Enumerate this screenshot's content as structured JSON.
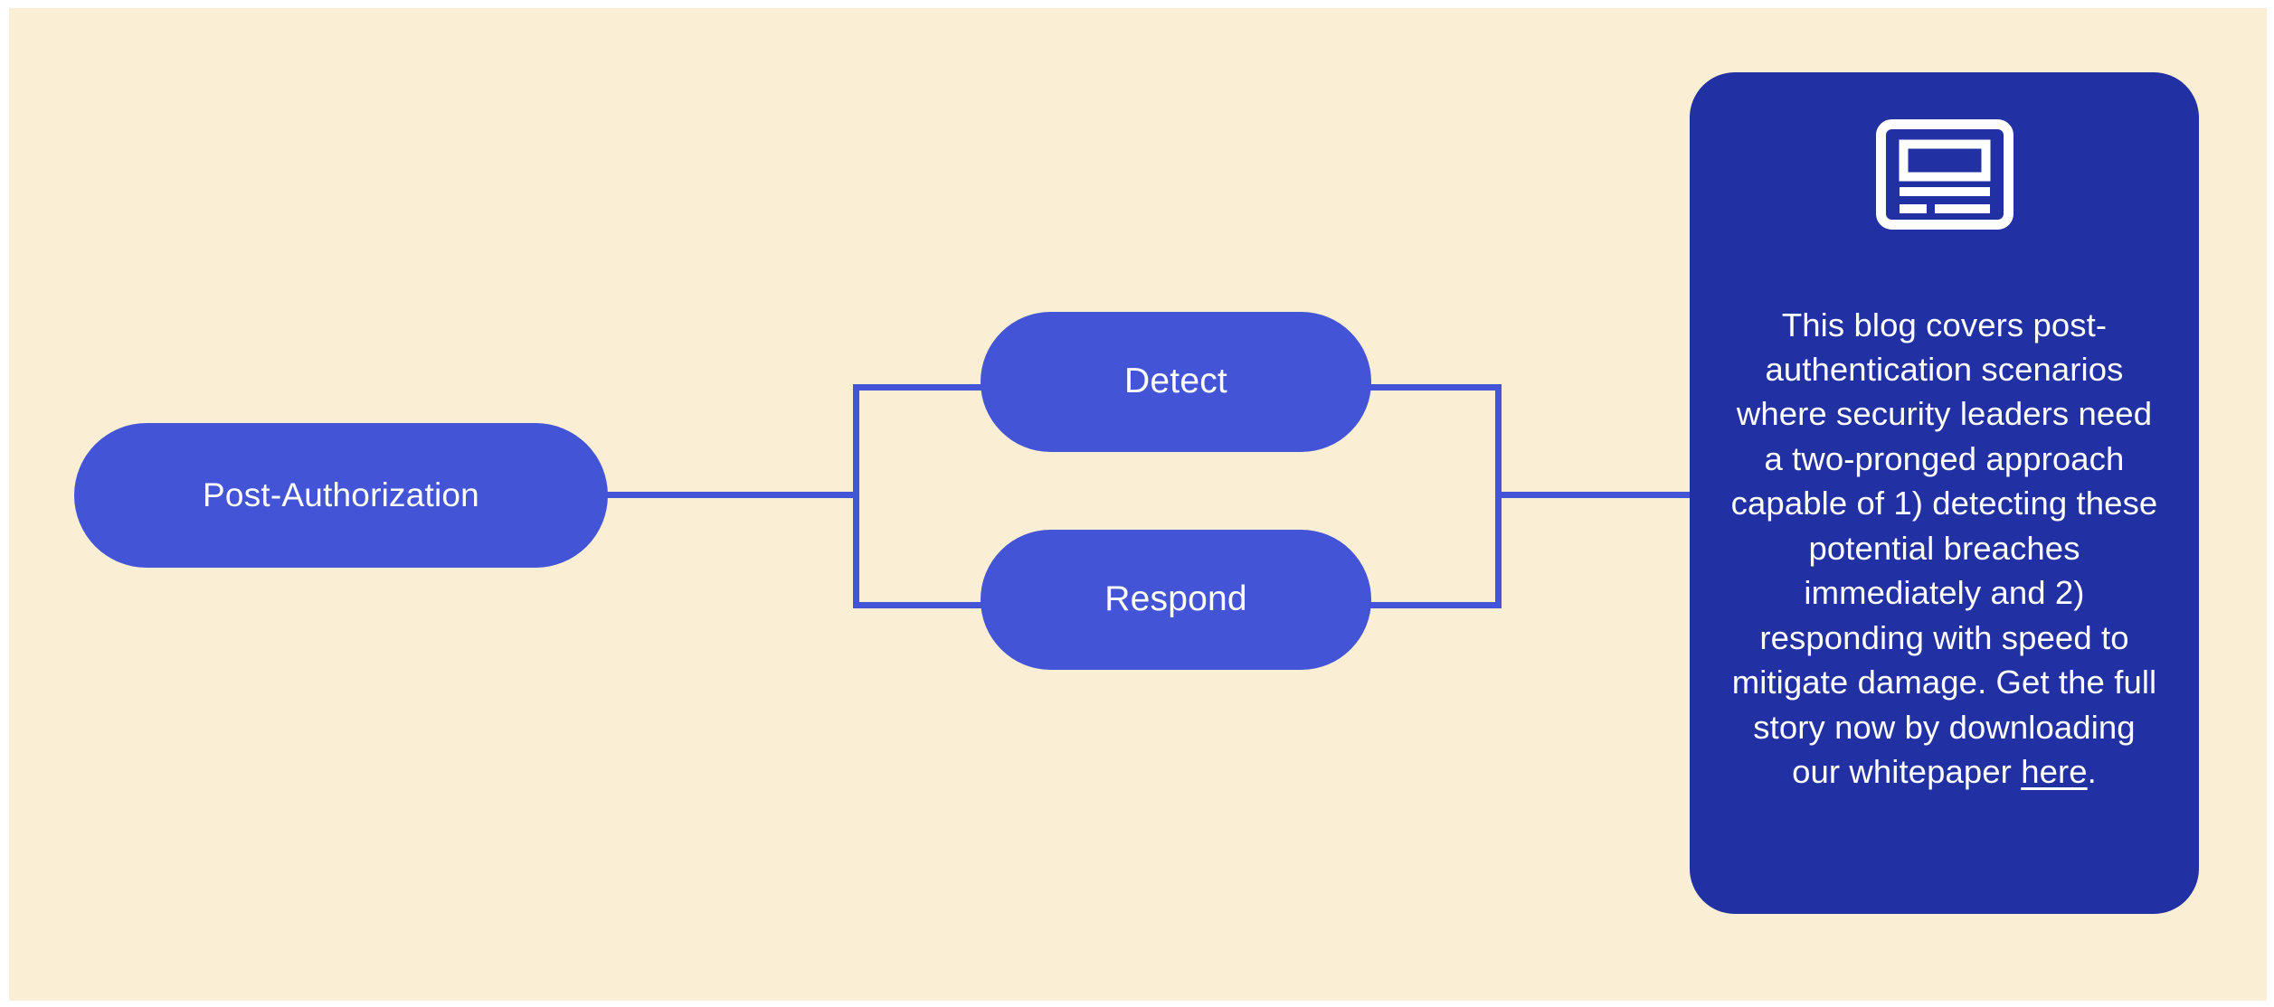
{
  "theme": {
    "background": "#FAEFD4",
    "node_blue": "#4355D6",
    "card_navy": "#2130A3",
    "text_on_blue": "#FFFFFF",
    "connector": "#4355D6",
    "page_white": "#FFFFFF"
  },
  "diagram": {
    "type": "flow",
    "root": {
      "id": "post-authorization",
      "label": "Post-Authorization"
    },
    "branches": [
      {
        "id": "detect",
        "label": "Detect"
      },
      {
        "id": "respond",
        "label": "Respond"
      }
    ],
    "edges": [
      {
        "from": "post-authorization",
        "to": "split-left"
      },
      {
        "from": "split-left",
        "to": "detect"
      },
      {
        "from": "split-left",
        "to": "respond"
      },
      {
        "from": "detect",
        "to": "merge-right"
      },
      {
        "from": "respond",
        "to": "merge-right"
      },
      {
        "from": "merge-right",
        "to": "info-card"
      }
    ]
  },
  "card": {
    "icon": "article-icon",
    "body_before_link": "This blog covers post-authentication scenarios where security leaders need a two-pronged approach capable of 1) detecting these potential breaches immediately and 2) responding with speed to mitigate damage. Get the full story now by downloading our whitepaper ",
    "link_label": "here",
    "body_after_link": "."
  }
}
